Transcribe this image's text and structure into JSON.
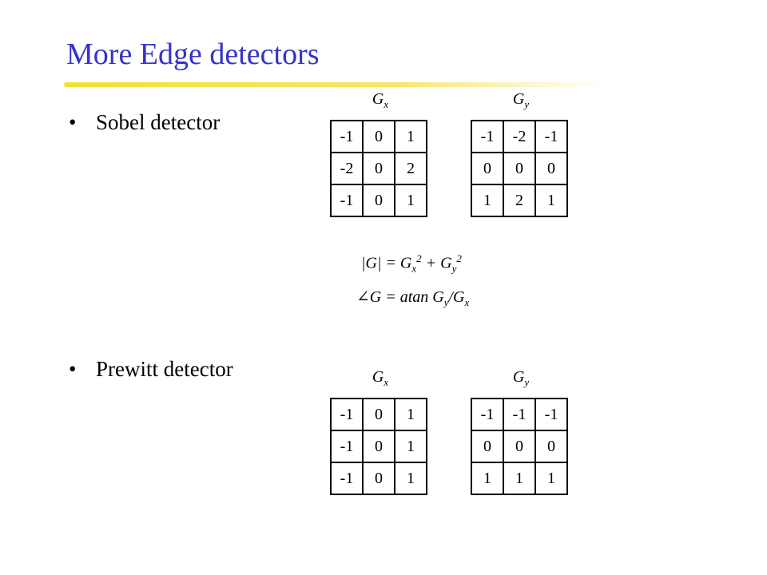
{
  "slide": {
    "title": "More Edge detectors",
    "bullets": [
      "Sobel detector",
      "Prewitt detector"
    ],
    "sobel": {
      "gx_label": {
        "base": "G",
        "sub": "x"
      },
      "gy_label": {
        "base": "G",
        "sub": "y"
      },
      "gx": [
        [
          "-1",
          "0",
          "1"
        ],
        [
          "-2",
          "0",
          "2"
        ],
        [
          "-1",
          "0",
          "1"
        ]
      ],
      "gy": [
        [
          "-1",
          "-2",
          "-1"
        ],
        [
          "0",
          "0",
          "0"
        ],
        [
          "1",
          "2",
          "1"
        ]
      ]
    },
    "formulas": {
      "magnitude": {
        "lhs": "|G| = G",
        "sub1": "x",
        "sup1": "2",
        "plus": " + G",
        "sub2": "y",
        "sup2": "2"
      },
      "angle": {
        "angle_symbol": "∠",
        "text": "G = atan G",
        "sub1": "y",
        "slash": "/G",
        "sub2": "x"
      }
    },
    "prewitt": {
      "gx_label": {
        "base": "G",
        "sub": "x"
      },
      "gy_label": {
        "base": "G",
        "sub": "y"
      },
      "gx": [
        [
          "-1",
          "0",
          "1"
        ],
        [
          "-1",
          "0",
          "1"
        ],
        [
          "-1",
          "0",
          "1"
        ]
      ],
      "gy": [
        [
          "-1",
          "-1",
          "-1"
        ],
        [
          "0",
          "0",
          "0"
        ],
        [
          "1",
          "1",
          "1"
        ]
      ]
    }
  }
}
